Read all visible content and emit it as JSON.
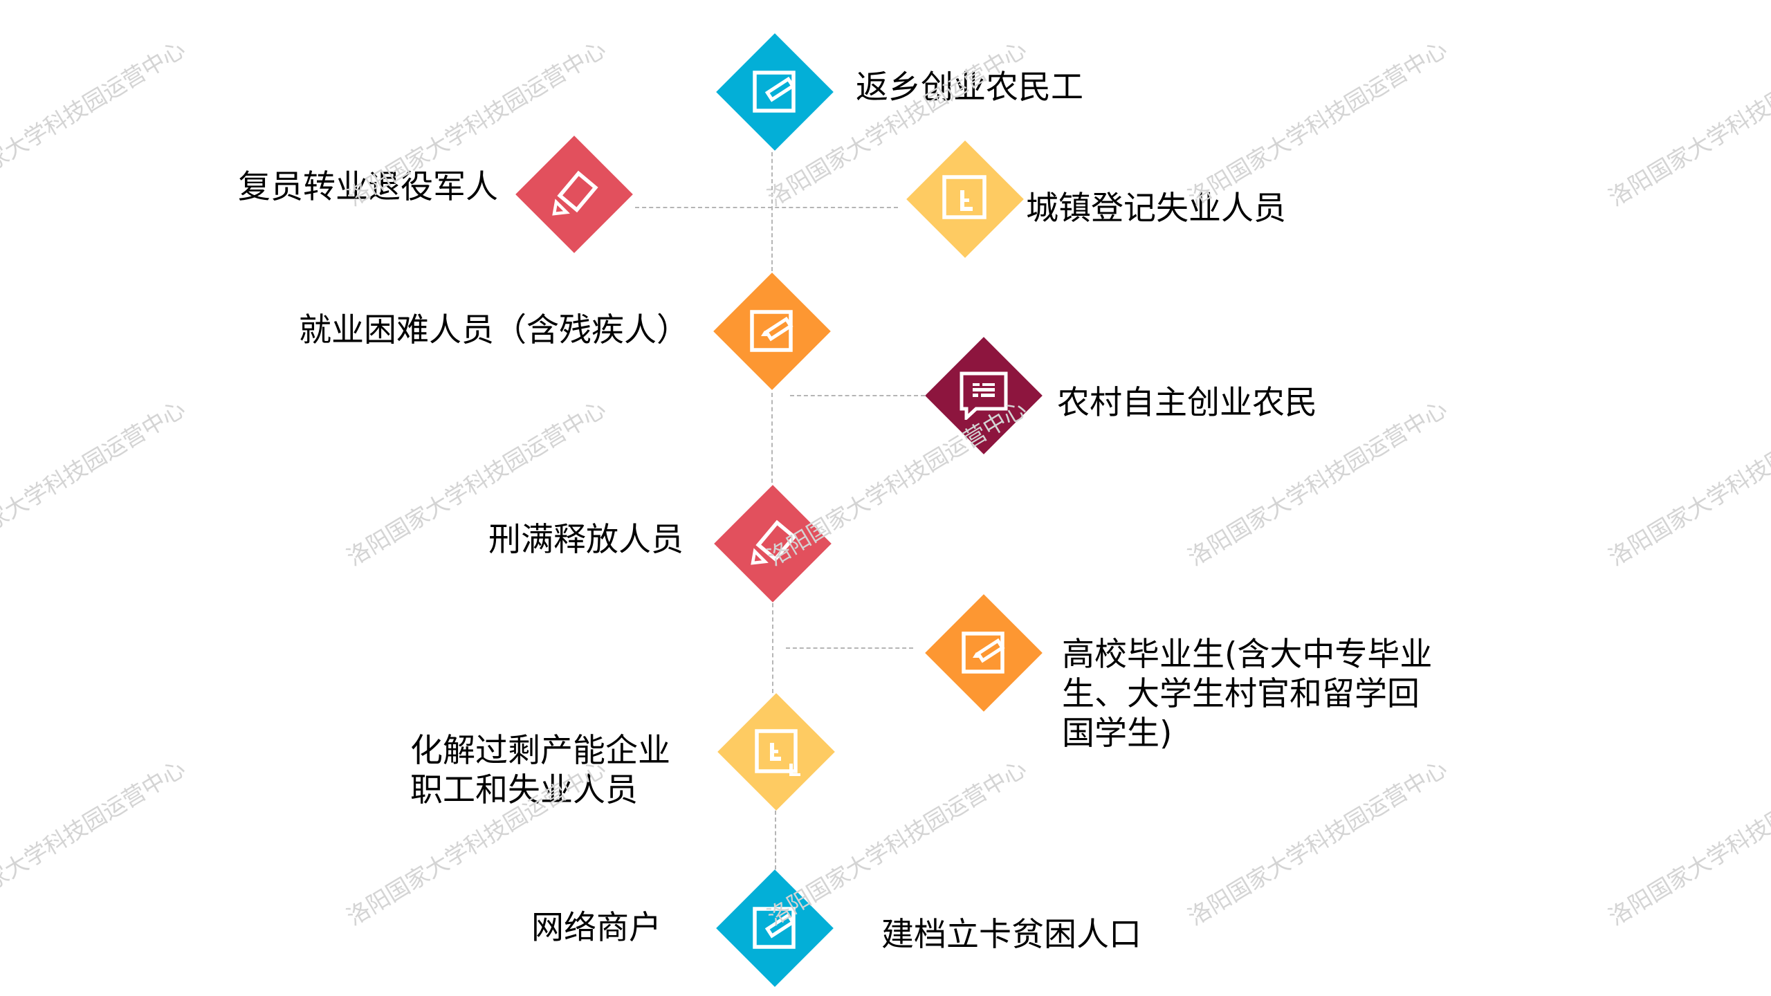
{
  "watermark": {
    "text": "洛阳国家大学科技园运营中心",
    "color": "#d4d4d4"
  },
  "colors": {
    "blue": "#03AFD7",
    "red": "#E2505D",
    "yellow": "#FECB62",
    "orange": "#FD9732",
    "maroon": "#8D153E",
    "connector": "#b5b5b5",
    "text": "#000000"
  },
  "nodes": [
    {
      "id": "returning-migrant-workers",
      "label": "返乡创业农民工",
      "color": "blue",
      "icon": "edit-pencil-icon",
      "side": "right"
    },
    {
      "id": "veterans",
      "label": "复员转业退役军人",
      "color": "red",
      "icon": "ruler-triangle-icon",
      "side": "left"
    },
    {
      "id": "urban-unemployed",
      "label": "城镇登记失业人员",
      "color": "yellow",
      "icon": "document-corner-icon",
      "side": "right"
    },
    {
      "id": "employment-difficulty",
      "label": "就业困难人员（含残疾人）",
      "color": "orange",
      "icon": "edit-pencil-icon",
      "side": "left"
    },
    {
      "id": "rural-self-employed",
      "label": "农村自主创业农民",
      "color": "maroon",
      "icon": "chat-bubble-icon",
      "side": "right"
    },
    {
      "id": "released-prisoners",
      "label": "刑满释放人员",
      "color": "red",
      "icon": "ruler-triangle-icon",
      "side": "left"
    },
    {
      "id": "graduates",
      "label_lines": [
        "高校毕业生(含大中专毕业",
        "生、大学生村官和留学回",
        "国学生)"
      ],
      "color": "orange",
      "icon": "edit-pencil-icon",
      "side": "right"
    },
    {
      "id": "overcapacity-workers",
      "label_lines": [
        "化解过剩产能企业",
        "职工和失业人员"
      ],
      "color": "yellow",
      "icon": "document-corner-icon",
      "side": "left"
    },
    {
      "id": "online-merchants",
      "label": "网络商户",
      "color": "blue",
      "icon": "edit-pencil-icon",
      "side": "left"
    },
    {
      "id": "registered-poor",
      "label": "建档立卡贫困人口",
      "color": "blue",
      "icon": "edit-pencil-icon",
      "side": "right"
    }
  ]
}
